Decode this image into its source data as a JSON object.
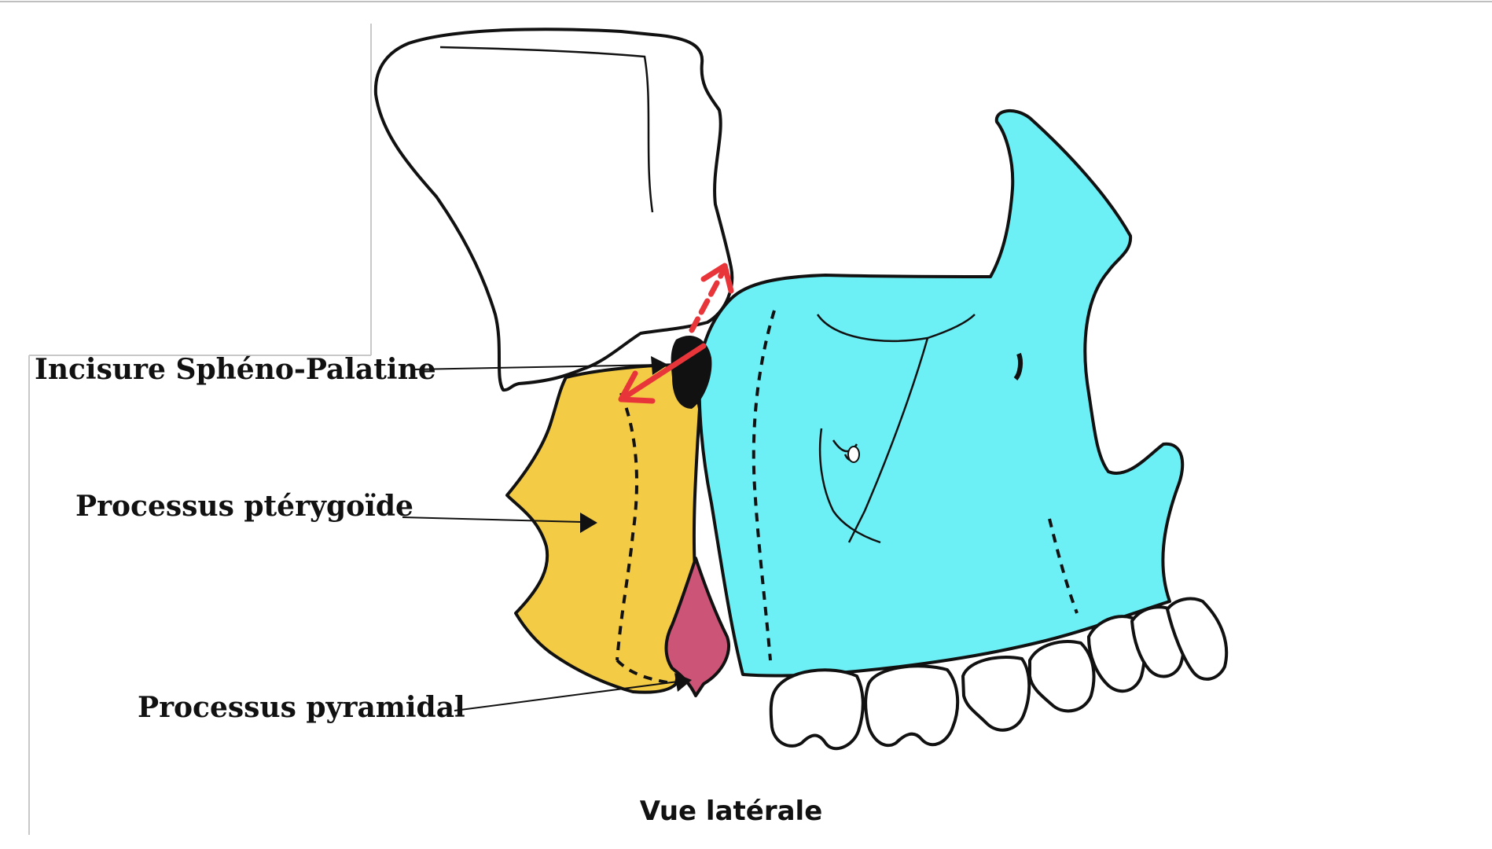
{
  "labels": {
    "spheno_palatine": "Incisure Sphéno-Palatine",
    "pterygoid": "Processus ptérygoïde",
    "pyramidal": "Processus pyramidal"
  },
  "caption": "Vue latérale",
  "colors": {
    "maxilla": "#6cf0f5",
    "palatine_vertical": "#f4cb45",
    "pyramidal": "#cc5476",
    "notch": "#111111",
    "arrow": "#e8353a",
    "outline": "#111111"
  }
}
